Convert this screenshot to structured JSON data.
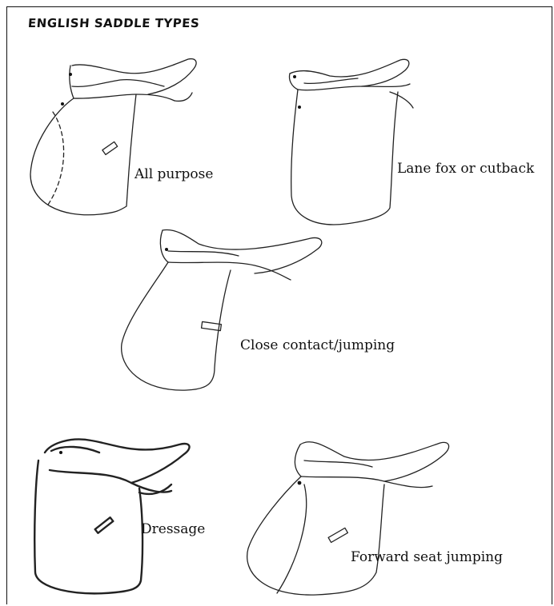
{
  "title": "ENGLISH SADDLE TYPES",
  "saddles": [
    {
      "label": "All purpose"
    },
    {
      "label": "Lane fox or cutback"
    },
    {
      "label": "Close contact/jumping"
    },
    {
      "label": "Dressage"
    },
    {
      "label": "Forward seat jumping"
    }
  ]
}
